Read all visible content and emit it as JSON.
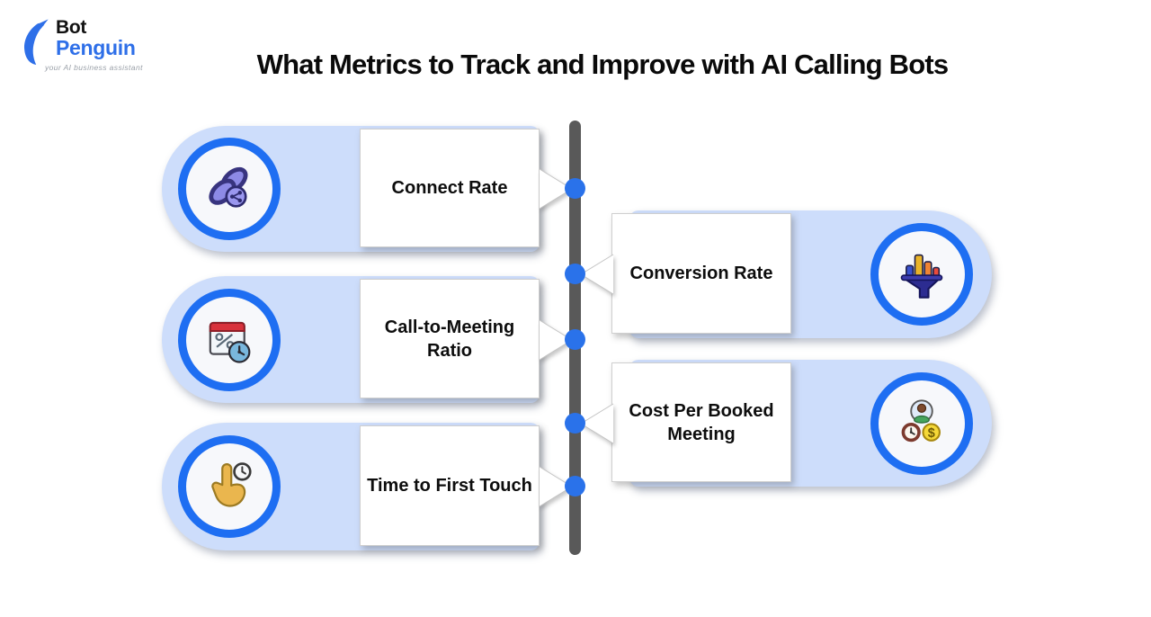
{
  "logo": {
    "bot": "Bot",
    "penguin": "Penguin",
    "tagline": "your AI business assistant"
  },
  "header": {
    "title": "What Metrics to Track and Improve with AI Calling Bots"
  },
  "colors": {
    "brand_blue": "#2e6fe8",
    "pill_background": "#cdddfb",
    "icon_ring": "#1e6ef2",
    "timeline_bar": "#595959",
    "timeline_node": "#2a72ea",
    "card_text": "#0d0d0d"
  },
  "timeline": {
    "node_count": 5
  },
  "cards": [
    {
      "label": "Connect Rate",
      "side": "left",
      "icon": "link-icon"
    },
    {
      "label": "Call-to-Meeting Ratio",
      "side": "left",
      "icon": "calendar-percent-clock-icon"
    },
    {
      "label": "Time to First Touch",
      "side": "left",
      "icon": "tap-hand-clock-icon"
    },
    {
      "label": "Conversion Rate",
      "side": "right",
      "icon": "funnel-bars-icon"
    },
    {
      "label": "Cost Per Booked Meeting",
      "side": "right",
      "icon": "person-clock-dollar-icon"
    }
  ]
}
